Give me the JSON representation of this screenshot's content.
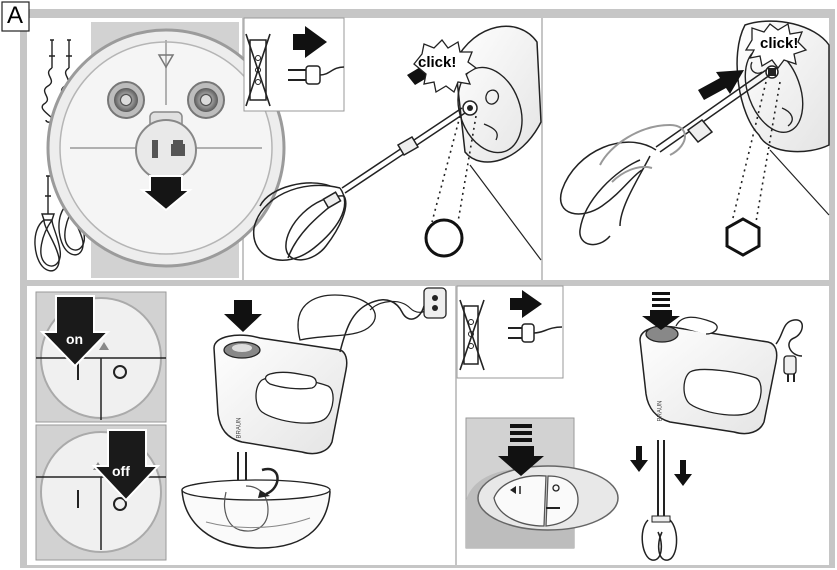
{
  "section_label": "A",
  "panels": {
    "attachments": {
      "accessories": [
        "dough-hooks",
        "whisks"
      ]
    },
    "unplugged": {
      "icon": "plug-crossed-icon"
    },
    "whisk_insert": {
      "callout": "click!",
      "shape": "circle"
    },
    "dough_hook_insert": {
      "callout": "click!",
      "shape": "hexagon"
    },
    "speed_dial": {
      "on_label": "on",
      "off_label": "off",
      "positions": [
        "I",
        "O"
      ]
    },
    "mixing": {
      "brand": "BRAUN"
    },
    "eject": {
      "brand": "BRAUN"
    }
  },
  "colors": {
    "panel_gray": "#d2d2d2",
    "frame_gray": "#c6c6c6",
    "ink": "#1a1a1a"
  }
}
